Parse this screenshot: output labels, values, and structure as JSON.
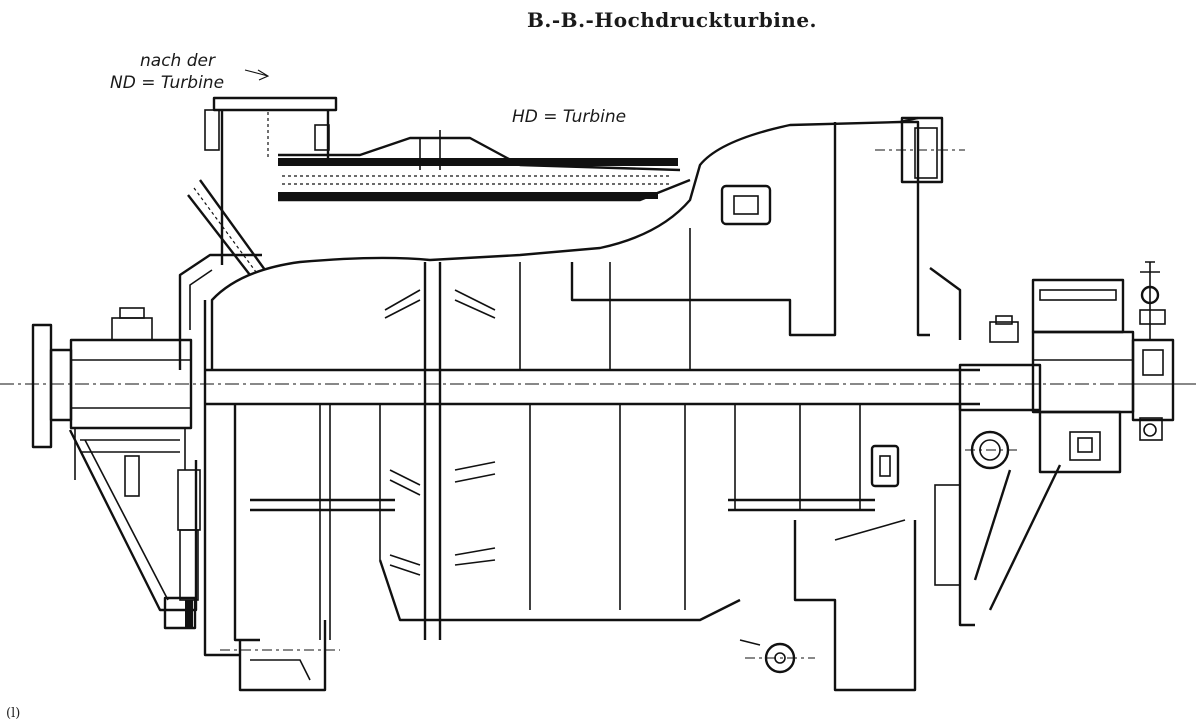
{
  "title": "B.-B.-Hochdruckturbine.",
  "labels": {
    "exhaust_line1": "nach der",
    "exhaust_line2": "ND = Turbine",
    "casing": "HD = Turbine"
  },
  "figure_marker": "(l)"
}
